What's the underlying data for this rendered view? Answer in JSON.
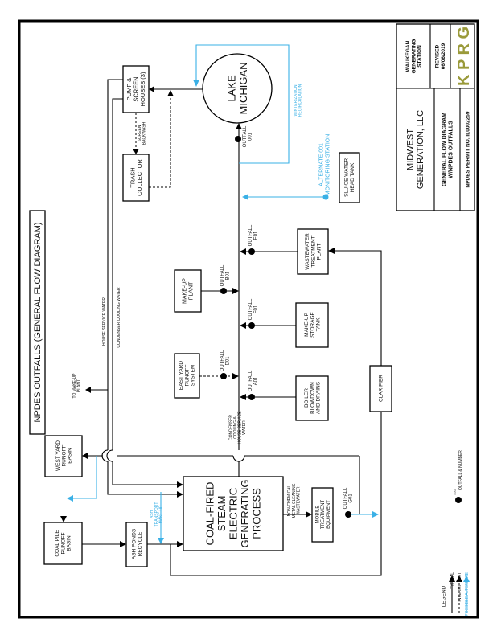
{
  "title": "NPDES OUTFALLS (GENERAL FLOW DIAGRAM)",
  "title_block": {
    "company": "MIDWEST\nGENERATION, LLC",
    "drawing_title": "GENERAL FLOW DIAGRAM\nW/NPDES OUTFALLS",
    "permit": "NPDES PERMIT NO. IL0002259",
    "station": "WAUKEGAN\nGENERATING\nSTATION",
    "revised": "REVISED\n06/06/2019",
    "logo": "K P R G",
    "logo_color": "#9a9a3a"
  },
  "nodes": {
    "lake": "LAKE\nMICHIGAN",
    "pump": "PUMP &\nSCREEN\nHOUSES (3)",
    "trash": "TRASH\nCOLLECTOR",
    "makeup_plant": "MAKE-UP\nPLANT",
    "east_yard": "EAST YARD\nRUNOFF\nSYSTEM",
    "wastewater": "WASTEWATER\nTREATMENT\nPLANT",
    "makeup_storage": "MAKE-UP\nSTORAGE\nTANK",
    "boiler": "BOILER\nBLOWDOWN\nAND DRAINS",
    "sluice": "SLUICE WATER\nHEAD TANK",
    "clarifier": "CLARIFIER",
    "coal_fired": "COAL-FIRED\nSTEAM\nELECTRIC\nGENERATING\nPROCESS",
    "mobile": "MOBILE\nTREATMENT\nEQUIPMENT",
    "west_yard": "WEST YARD\nRUNOFF\nBASIN",
    "coal_pile": "COAL PILE\nRUNOFF\nBASIN",
    "ash_ponds": "ASH PONDS\nRECYCLE"
  },
  "outfalls": {
    "o001": "OUTFALL\n001",
    "oB01": "OUTFALL\nB01",
    "oD01": "OUTFALL\nD01",
    "oE01": "OUTFALL\nE01",
    "oF01": "OUTFALL\nF01",
    "oA01": "OUTFALL\nA01",
    "oG01": "OUTFALL\nG01"
  },
  "labels": {
    "screen_backwash": "SCREEN\nBACKWASH",
    "house_service": "HOUSE SERVICE WATER",
    "condenser_cooling": "CONDENSER COOLING WATER",
    "to_makeup": "TO MAKE-UP\nPLANT",
    "cond_house": "CONDENSER\nCOOLING &\nHOUSE SERVICE\nWATER",
    "non_chemical": "NON-CHEMICAL\nMETAL CLEANING\nWASTEWATER",
    "ash_transport": "ASH\nTRANSPORT\nMAKE-UP",
    "winterization": "WINTERIZATION\nRECIRCULATION",
    "alternate": "ALTERNATE 001\nMONITORING STATION"
  },
  "legend": {
    "heading": "LEGEND",
    "typical": "TYPICAL",
    "intermittent": "INTERMITTENT",
    "possible_alternate": "POSSIBLE ALTERNATE",
    "outfall_number": "X01",
    "outfall_symbol": "OUTFALL & NUMBER"
  },
  "colors": {
    "alternate_flow": "#3ab0e6",
    "flow": "#000000"
  }
}
